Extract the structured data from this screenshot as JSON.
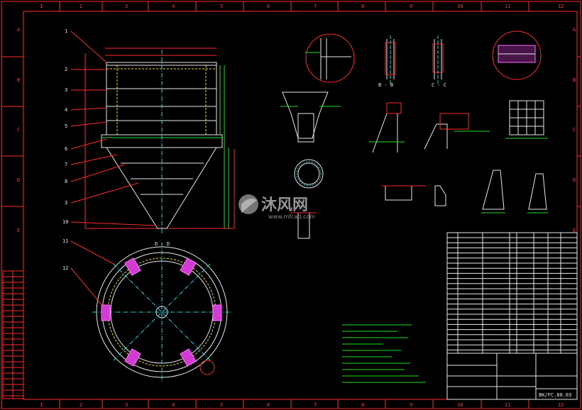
{
  "frame": {
    "col_numbers": [
      "1",
      "2",
      "3",
      "4",
      "5",
      "6",
      "7",
      "8",
      "9",
      "10",
      "11",
      "12"
    ],
    "row_letters": [
      "A",
      "B",
      "C",
      "D",
      "E"
    ]
  },
  "views": {
    "elevation": {
      "callouts": [
        "1",
        "2",
        "3",
        "4",
        "5",
        "6",
        "7",
        "8",
        "3",
        "10"
      ]
    },
    "plan": {
      "title": "D - D",
      "callouts": [
        "11",
        "12"
      ]
    },
    "section_bb": {
      "title": "B - B"
    },
    "section_cc": {
      "title": "C - C"
    }
  },
  "watermark": {
    "brand": "沐风网",
    "url": "www.mfcad.com"
  },
  "title_block": {
    "drawing_no": "BK/FC.80.03"
  },
  "colors": {
    "background": "#000000",
    "frame": "#ff2a2a",
    "outline": "#e8e8e8",
    "dimension": "#20e020",
    "centerline": "#22d8e0",
    "hatch": "#d23cd2",
    "hidden": "#f0e020"
  }
}
